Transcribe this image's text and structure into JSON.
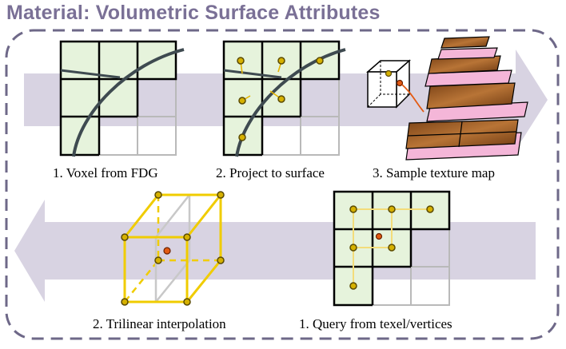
{
  "title": "Material: Volumetric Surface Attributes",
  "captions": {
    "voxel": "1. Voxel from FDG",
    "project": "2. Project to surface",
    "sample": "3. Sample texture map",
    "trilinear": "2. Trilinear interpolation",
    "query": "1. Query from texel/vertices"
  },
  "colors": {
    "title": "#7a7096",
    "frame": "#6e6888",
    "arrow_band": "#d8d3e2",
    "cell_fill": "#e6f3dc",
    "grid_line": "#000000",
    "grid_faint": "#b9b9b9",
    "surface_curve": "#3e4a50",
    "texel_point": "#d6b100",
    "sample_point": "#e35a12",
    "texture_brown": "#9a5a24",
    "texture_pink": "#f4b6d8"
  }
}
